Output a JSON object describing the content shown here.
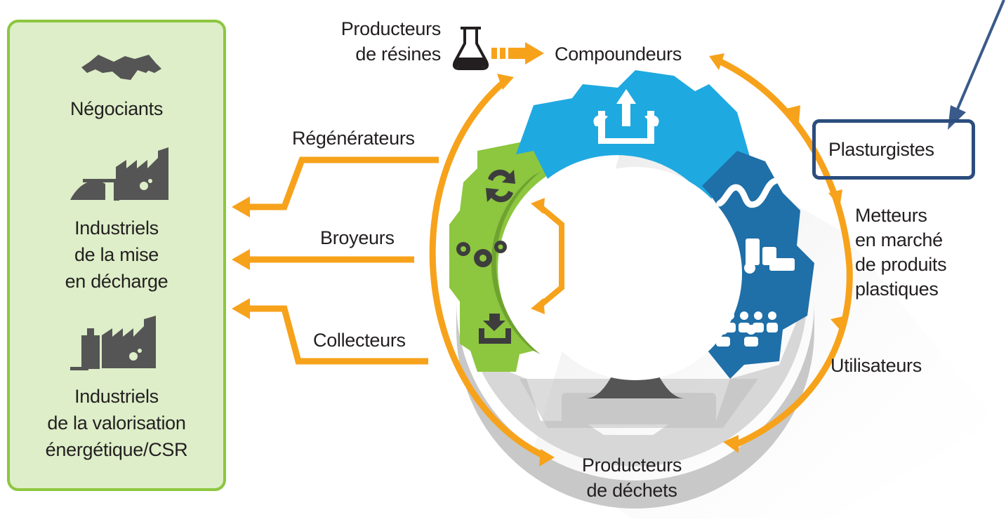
{
  "left_panel": {
    "negociants": "Négociants",
    "mise_en_decharge": [
      "Industriels",
      "de la mise",
      "en décharge"
    ],
    "valorisation": [
      "Industriels",
      "de la valorisation",
      "énergétique/CSR"
    ]
  },
  "cycle": {
    "producteurs_resines": [
      "Producteurs",
      "de résines"
    ],
    "compoundeurs": "Compoundeurs",
    "plasturgistes": "Plasturgistes",
    "metteurs": [
      "Metteurs",
      "en marché",
      "de produits",
      "plastiques"
    ],
    "utilisateurs": "Utilisateurs",
    "producteurs_dechets": [
      "Producteurs",
      "de déchets"
    ],
    "regenerateurs": "Régénérateurs",
    "broyeurs": "Broyeurs",
    "collecteurs": "Collecteurs"
  },
  "colors": {
    "orange": "#f7a21b",
    "blue": "#1fa9e1",
    "dark_blue": "#1f6fa8",
    "green": "#8dc63f",
    "grey": "#d5d5d5",
    "highlight": "#2b4d7e",
    "panel_bg": "#ddeec8"
  },
  "icons": [
    "handshake-icon",
    "factory-landfill-icon",
    "factory-energy-icon",
    "flask-icon",
    "recycle-icon",
    "gears-icon",
    "download-tray-icon",
    "upload-tray-icon",
    "line-chart-icon",
    "products-icon",
    "users-icon",
    "waste-pile-icon"
  ]
}
